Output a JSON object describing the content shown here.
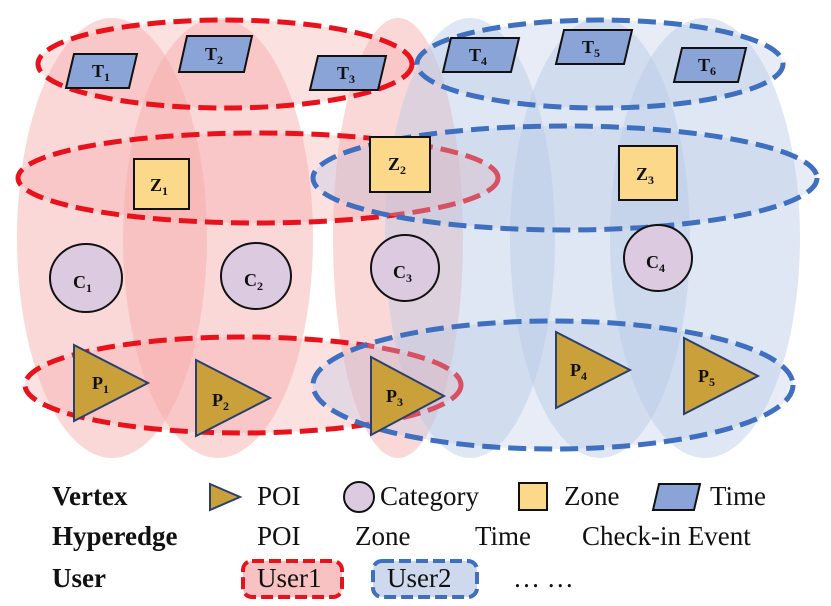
{
  "colors": {
    "red": "#e8121c",
    "red_fill": "#f7a8a8",
    "blue": "#3f6fbf",
    "blue_fill": "#b9c9e6",
    "poi": "#c9a03a",
    "category": "#dccbe0",
    "zone": "#fbd88a",
    "time": "#8aa4d8"
  },
  "nodes": {
    "T1": {
      "letter": "T",
      "sub": "1"
    },
    "T2": {
      "letter": "T",
      "sub": "2"
    },
    "T3": {
      "letter": "T",
      "sub": "3"
    },
    "T4": {
      "letter": "T",
      "sub": "4"
    },
    "T5": {
      "letter": "T",
      "sub": "5"
    },
    "T6": {
      "letter": "T",
      "sub": "6"
    },
    "Z1": {
      "letter": "Z",
      "sub": "1"
    },
    "Z2": {
      "letter": "Z",
      "sub": "2"
    },
    "Z3": {
      "letter": "Z",
      "sub": "3"
    },
    "C1": {
      "letter": "C",
      "sub": "1"
    },
    "C2": {
      "letter": "C",
      "sub": "2"
    },
    "C3": {
      "letter": "C",
      "sub": "3"
    },
    "C4": {
      "letter": "C",
      "sub": "4"
    },
    "P1": {
      "letter": "P",
      "sub": "1"
    },
    "P2": {
      "letter": "P",
      "sub": "2"
    },
    "P3": {
      "letter": "P",
      "sub": "3"
    },
    "P4": {
      "letter": "P",
      "sub": "4"
    },
    "P5": {
      "letter": "P",
      "sub": "5"
    }
  },
  "legend": {
    "vertex": {
      "heading": "Vertex",
      "poi": "POI",
      "category": "Category",
      "zone": "Zone",
      "time": "Time"
    },
    "hyperedge": {
      "heading": "Hyperedge",
      "poi": "POI",
      "zone": "Zone",
      "time": "Time",
      "checkin": "Check-in Event"
    },
    "user": {
      "heading": "User",
      "user1": "User1",
      "user2": "User2",
      "more": "… …"
    }
  }
}
